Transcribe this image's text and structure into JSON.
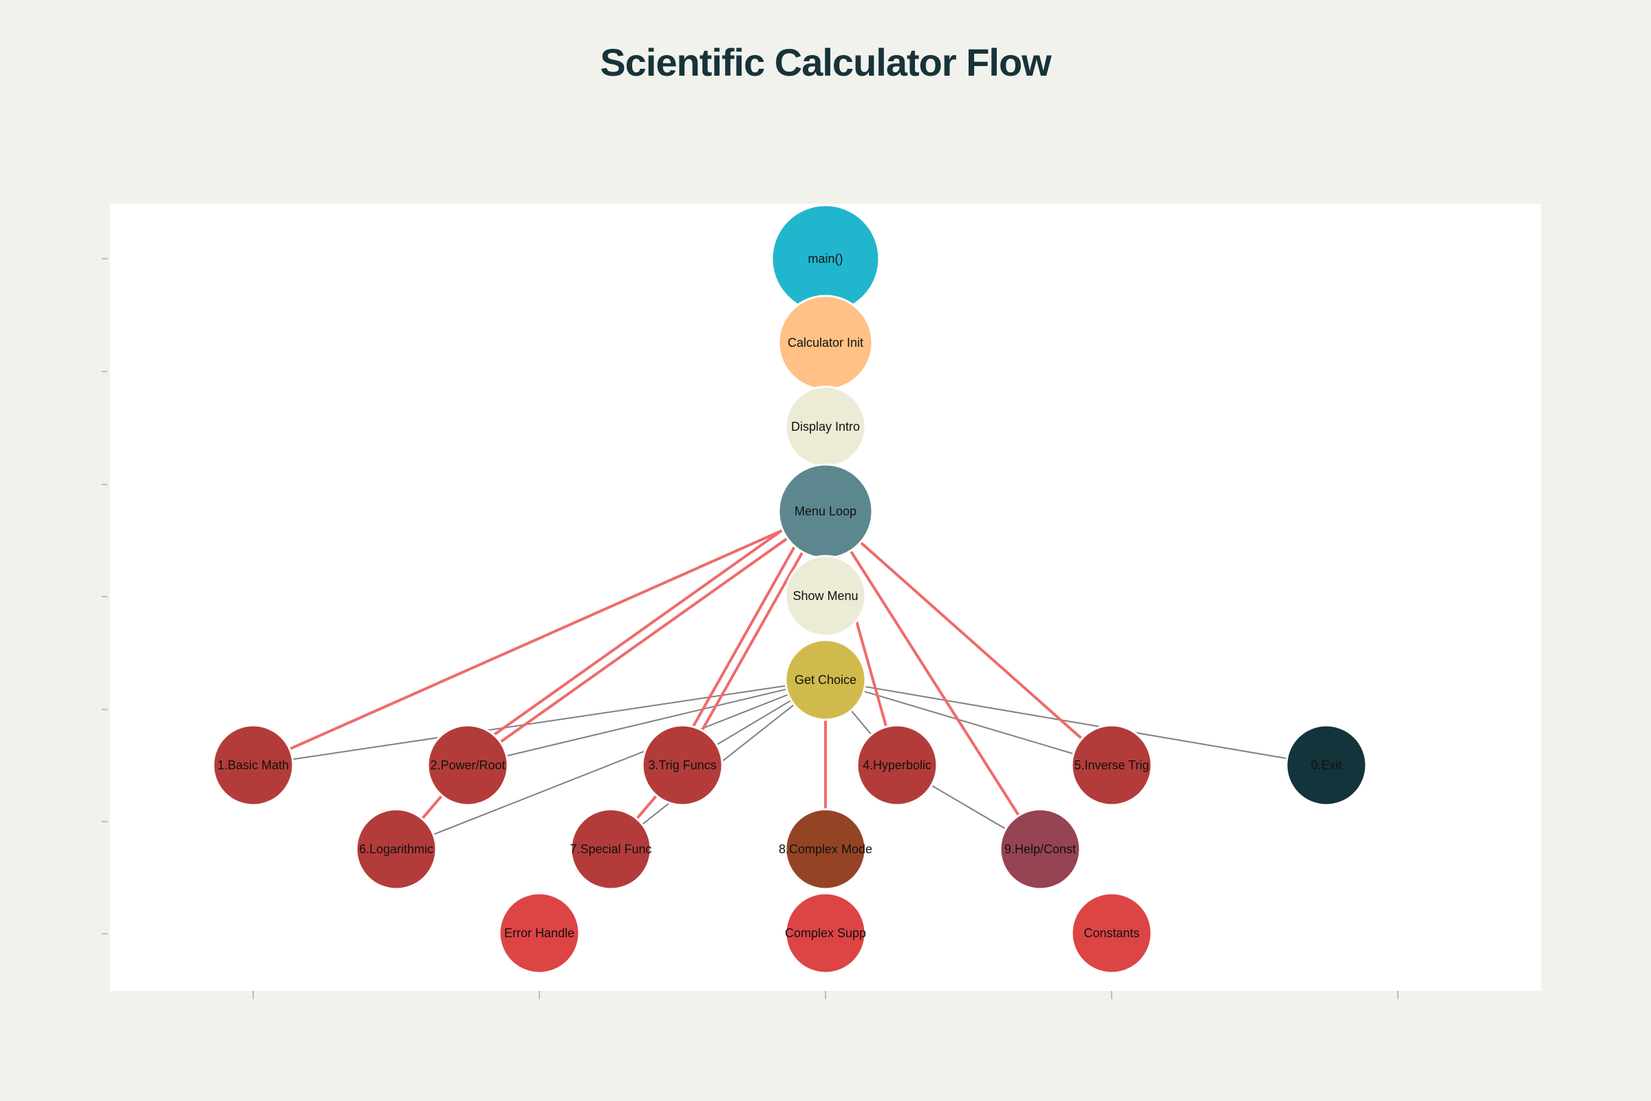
{
  "title": "Scientific Calculator Flow",
  "colors": {
    "page_bg": "#f2f2ed",
    "plot_bg": "#ffffff",
    "title": "#173339",
    "red_edge": "#f06a6a",
    "gray_edge": "#808080",
    "tick": "#bbbbbb"
  },
  "nodes": [
    {
      "id": "main",
      "label": "main()",
      "color": "#21b6ce"
    },
    {
      "id": "init",
      "label": "Calculator Init",
      "color": "#ffc185"
    },
    {
      "id": "intro",
      "label": "Display Intro",
      "color": "#ecebd5"
    },
    {
      "id": "menu",
      "label": "Menu Loop",
      "color": "#5d878f"
    },
    {
      "id": "show",
      "label": "Show Menu",
      "color": "#ecebd5"
    },
    {
      "id": "choice",
      "label": "Get Choice",
      "color": "#d1ba4c"
    },
    {
      "id": "basic",
      "label": "1.Basic Math",
      "color": "#b33c3a"
    },
    {
      "id": "power",
      "label": "2.Power/Root",
      "color": "#b33c3a"
    },
    {
      "id": "trig",
      "label": "3.Trig Funcs",
      "color": "#b33c3a"
    },
    {
      "id": "hyper",
      "label": "4.Hyperbolic",
      "color": "#b33c3a"
    },
    {
      "id": "inverse",
      "label": "5.Inverse Trig",
      "color": "#b33c3a"
    },
    {
      "id": "exit",
      "label": "0.Exit",
      "color": "#13343b"
    },
    {
      "id": "log",
      "label": "6.Logarithmic",
      "color": "#b33c3a"
    },
    {
      "id": "special",
      "label": "7.Special Func",
      "color": "#b33c3a"
    },
    {
      "id": "complex",
      "label": "8.Complex Mode",
      "color": "#944424"
    },
    {
      "id": "help",
      "label": "9.Help/Const",
      "color": "#964354"
    },
    {
      "id": "error",
      "label": "Error Handle",
      "color": "#dc4544"
    },
    {
      "id": "csupp",
      "label": "Complex Supp",
      "color": "#dc4544"
    },
    {
      "id": "const",
      "label": "Constants",
      "color": "#dc4544"
    }
  ],
  "edges": [
    {
      "from": "menu",
      "to": "basic",
      "kind": "red"
    },
    {
      "from": "menu",
      "to": "power",
      "kind": "red"
    },
    {
      "from": "menu",
      "to": "power",
      "kind": "red"
    },
    {
      "from": "menu",
      "to": "trig",
      "kind": "red"
    },
    {
      "from": "menu",
      "to": "trig",
      "kind": "red"
    },
    {
      "from": "menu",
      "to": "hyper",
      "kind": "red"
    },
    {
      "from": "menu",
      "to": "inverse",
      "kind": "red"
    },
    {
      "from": "menu",
      "to": "help",
      "kind": "red"
    },
    {
      "from": "choice",
      "to": "complex",
      "kind": "red"
    },
    {
      "from": "power",
      "to": "log",
      "kind": "red"
    },
    {
      "from": "trig",
      "to": "special",
      "kind": "red"
    },
    {
      "from": "choice",
      "to": "basic",
      "kind": "gray"
    },
    {
      "from": "choice",
      "to": "power",
      "kind": "gray"
    },
    {
      "from": "choice",
      "to": "trig",
      "kind": "gray"
    },
    {
      "from": "choice",
      "to": "hyper",
      "kind": "gray"
    },
    {
      "from": "choice",
      "to": "inverse",
      "kind": "gray"
    },
    {
      "from": "choice",
      "to": "exit",
      "kind": "gray"
    },
    {
      "from": "choice",
      "to": "log",
      "kind": "gray"
    },
    {
      "from": "choice",
      "to": "special",
      "kind": "gray"
    },
    {
      "from": "hyper",
      "to": "help",
      "kind": "gray"
    }
  ]
}
